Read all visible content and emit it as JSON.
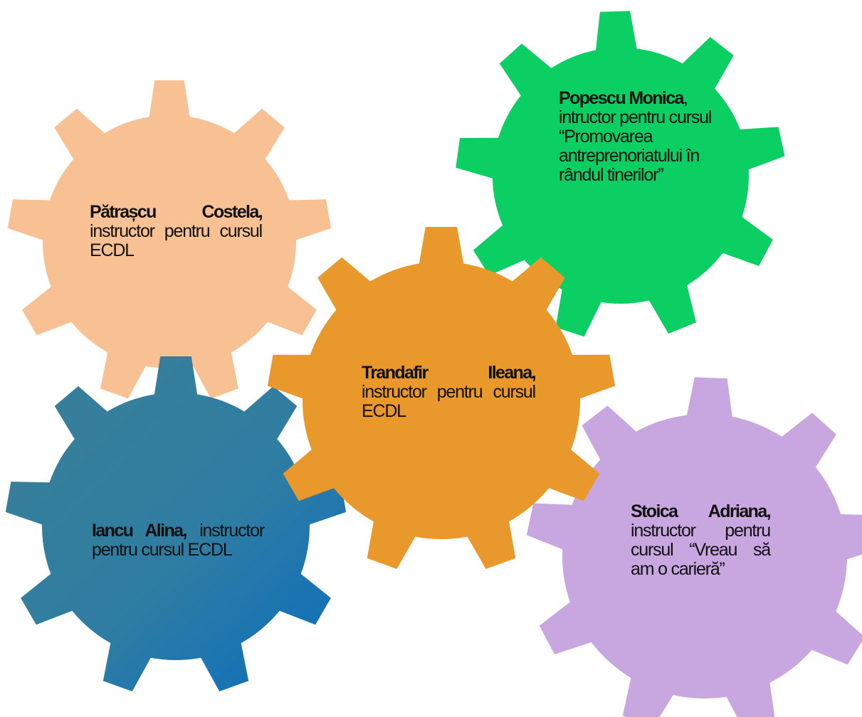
{
  "colors": {
    "background": "#ffffff",
    "text": "#111111",
    "gear_costela": "#f8c193",
    "gear_monica": "#0ccf63",
    "gear_ileana": "#e9982c",
    "gear_alina_start": "#3a7f97",
    "gear_alina_end": "#0a6dbf",
    "gear_adriana": "#c8a6e0"
  },
  "gears": [
    {
      "id": "costela",
      "name": "Pătrașcu Costela,",
      "role": "instructor pentru cursul ECDL"
    },
    {
      "id": "monica",
      "name": "Popescu Monica",
      "name_suffix": ",",
      "role": "intructor pentru cursul “Promovarea antreprenoriatului în rândul tinerilor”"
    },
    {
      "id": "ileana",
      "name": "Trandafir Ileana,",
      "role": "instructor pentru cursul ECDL"
    },
    {
      "id": "alina",
      "name": "Iancu Alina,",
      "role": "instructor pentru cursul ECDL"
    },
    {
      "id": "adriana",
      "name": "Stoica Adriana,",
      "role": "instructor pentru cursul “Vreau să am o carieră”"
    }
  ]
}
